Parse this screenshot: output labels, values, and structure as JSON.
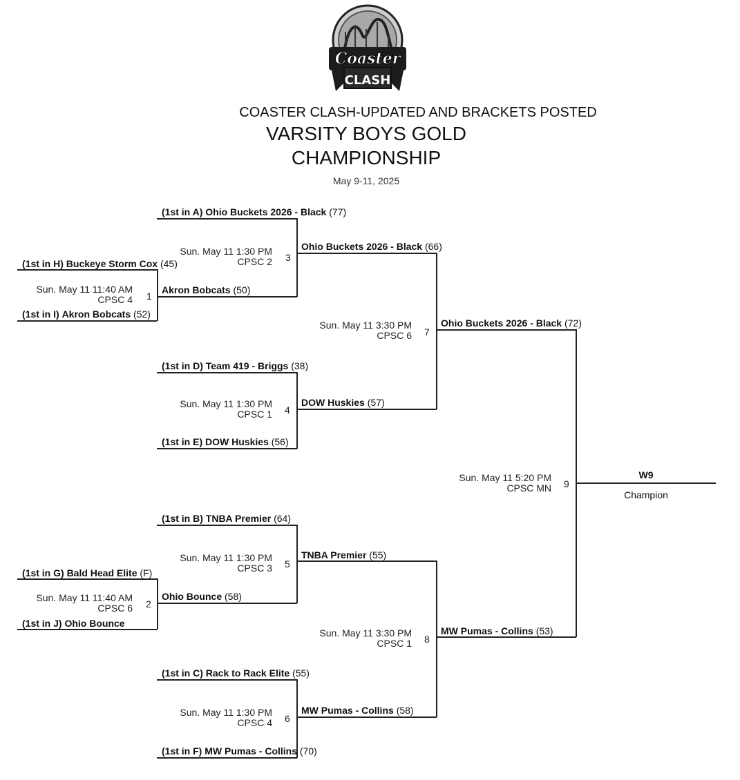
{
  "header": {
    "logo_text": [
      "Coaster",
      "CLASH"
    ],
    "event_title": "COASTER CLASH-UPDATED AND BRACKETS POSTED",
    "division_line1": "VARSITY BOYS GOLD",
    "division_line2": "CHAMPIONSHIP",
    "dates": "May 9-11, 2025"
  },
  "teams": [
    {
      "seed": "(1st in A)",
      "name": "Ohio Buckets 2026 - Black",
      "score": "(77)"
    },
    {
      "seed": "(1st in H)",
      "name": "Buckeye Storm Cox",
      "score": "(45)"
    },
    {
      "seed": "(1st in I)",
      "name": "Akron Bobcats",
      "score": "(52)"
    },
    {
      "seed": "",
      "name": "Akron Bobcats",
      "score": "(50)"
    },
    {
      "seed": "",
      "name": "Ohio Buckets 2026 - Black",
      "score": "(66)"
    },
    {
      "seed": "(1st in D)",
      "name": "Team 419 - Briggs",
      "score": "(38)"
    },
    {
      "seed": "(1st in E)",
      "name": "DOW Huskies",
      "score": "(56)"
    },
    {
      "seed": "",
      "name": "DOW Huskies",
      "score": "(57)"
    },
    {
      "seed": "",
      "name": "Ohio Buckets 2026 - Black",
      "score": "(72)"
    },
    {
      "seed": "(1st in B)",
      "name": "TNBA Premier",
      "score": "(64)"
    },
    {
      "seed": "(1st in G)",
      "name": "Bald Head Elite",
      "score": "(F)"
    },
    {
      "seed": "(1st in J)",
      "name": "Ohio Bounce",
      "score": ""
    },
    {
      "seed": "",
      "name": "Ohio Bounce",
      "score": "(58)"
    },
    {
      "seed": "",
      "name": "TNBA Premier",
      "score": "(55)"
    },
    {
      "seed": "(1st in C)",
      "name": "Rack to Rack Elite",
      "score": "(55)"
    },
    {
      "seed": "(1st in F)",
      "name": "MW Pumas - Collins",
      "score": "(70)"
    },
    {
      "seed": "",
      "name": "MW Pumas - Collins",
      "score": "(58)"
    },
    {
      "seed": "",
      "name": "MW Pumas - Collins",
      "score": "(53)"
    }
  ],
  "games": [
    {
      "number": "1",
      "time": "Sun. May 11 11:40 AM",
      "court": "CPSC 4"
    },
    {
      "number": "2",
      "time": "Sun. May 11 11:40 AM",
      "court": "CPSC 6"
    },
    {
      "number": "3",
      "time": "Sun. May 11 1:30 PM",
      "court": "CPSC 2"
    },
    {
      "number": "4",
      "time": "Sun. May 11 1:30 PM",
      "court": "CPSC 1"
    },
    {
      "number": "5",
      "time": "Sun. May 11 1:30 PM",
      "court": "CPSC 3"
    },
    {
      "number": "6",
      "time": "Sun. May 11 1:30 PM",
      "court": "CPSC 4"
    },
    {
      "number": "7",
      "time": "Sun. May 11 3:30 PM",
      "court": "CPSC 6"
    },
    {
      "number": "8",
      "time": "Sun. May 11 3:30 PM",
      "court": "CPSC 1"
    },
    {
      "number": "9",
      "time": "Sun. May 11 5:20 PM",
      "court": "CPSC MN"
    }
  ],
  "final": {
    "winner": "W9",
    "label": "Champion"
  }
}
